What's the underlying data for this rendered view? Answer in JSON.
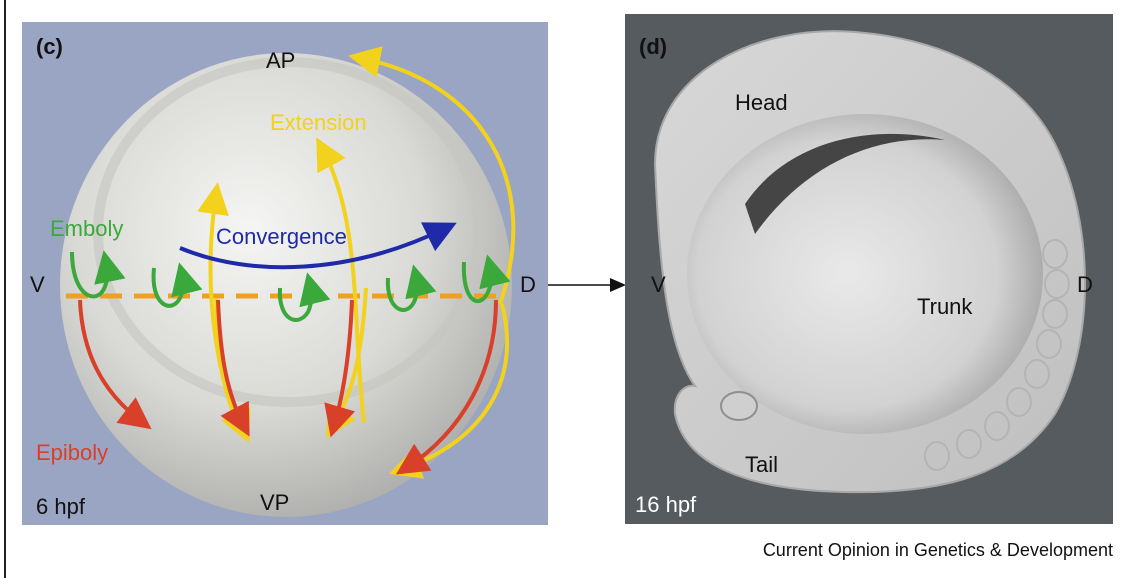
{
  "panel_c": {
    "letter": "(c)",
    "stage": "6 hpf",
    "pole_top": "AP",
    "pole_bottom": "VP",
    "side_left": "V",
    "side_right": "D",
    "movements": {
      "extension": "Extension",
      "emboly": "Emboly",
      "convergence": "Convergence",
      "epiboly": "Epiboly"
    },
    "colors": {
      "extension": "#f2d21c",
      "emboly": "#3aa83a",
      "convergence": "#1f2aa8",
      "epiboly": "#d8402a",
      "margin_line": "#f0a020"
    }
  },
  "panel_d": {
    "letter": "(d)",
    "stage": "16 hpf",
    "head": "Head",
    "trunk": "Trunk",
    "tail": "Tail",
    "side_left": "V",
    "side_right": "D"
  },
  "caption": "Current Opinion in Genetics & Development"
}
